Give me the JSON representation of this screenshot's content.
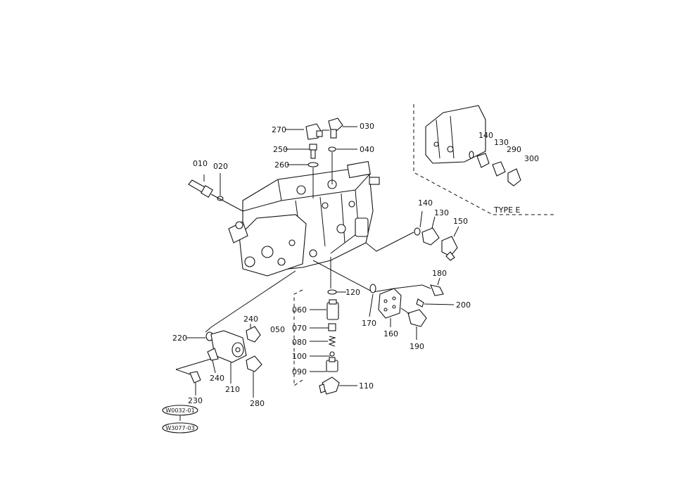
{
  "parts": {
    "p010": "010",
    "p020": "020",
    "p030": "030",
    "p040": "040",
    "p050": "050",
    "p060": "060",
    "p070": "070",
    "p080": "080",
    "p090": "090",
    "p100": "100",
    "p110": "110",
    "p120": "120",
    "p130": "130",
    "p140": "140",
    "p150": "150",
    "p160": "160",
    "p170": "170",
    "p180": "180",
    "p190": "190",
    "p200": "200",
    "p210": "210",
    "p220": "220",
    "p230": "230",
    "p240a": "240",
    "p240b": "240",
    "p250": "250",
    "p260": "260",
    "p270": "270",
    "p280": "280",
    "p290": "290",
    "p300": "300",
    "inset_p140": "140",
    "inset_p130": "130"
  },
  "inset": {
    "type_label": "TYPE E"
  },
  "references": {
    "ref1": "W0032-01",
    "ref2": "W3077-03"
  }
}
